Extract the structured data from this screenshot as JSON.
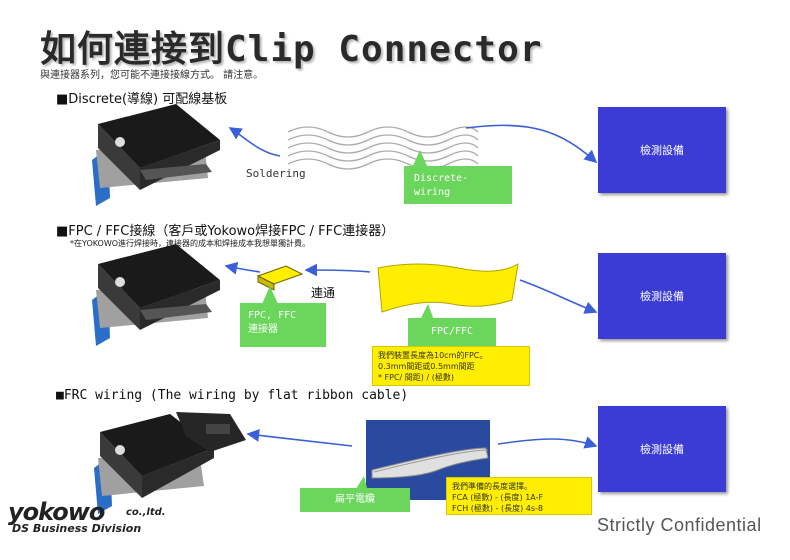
{
  "title": "如何連接到Clip Connector",
  "subtitle": "與連接器系列，您可能不連接接線方式。 請注意。",
  "sections": [
    {
      "heading": "■Discrete(導線) 可配線基板"
    },
    {
      "heading": "■FPC / FFC接線（客戶或Yokowo焊接FPC / FFC連接器）",
      "note": "*在YOKOWO進行焊接時，連接器的成本和焊接成本我想單獨計費。"
    },
    {
      "heading": "■FRC wiring (The wiring by flat ribbon cable)"
    }
  ],
  "equipment_label": "檢測設備",
  "labels": {
    "soldering": "Soldering",
    "discrete_wiring": [
      "Discrete-",
      "wiring"
    ],
    "fpc_connector": [
      "FPC, FFC",
      "連接器"
    ],
    "fpc_ffc": "FPC/FFC",
    "tongtong": "連通",
    "flat_cable": "扁平電纜"
  },
  "notes": {
    "fpc": [
      "我們裝置長度為10cm的FPC。",
      "0.3mm間距或0.5mm間距",
      "* FPC/ 間距) / (極數)"
    ],
    "frc": [
      "我們準備的長度選擇。",
      "FCA (極數) - (長度) 1A-F",
      "FCH (極數) - (長度) 4s-8"
    ]
  },
  "logo": {
    "name": "yokowo",
    "suffix": "co.,ltd.",
    "division": "DS Business Division"
  },
  "confidential": "Strictly   Confidential",
  "colors": {
    "equipment_box": "#3b3bd6",
    "label_green": "#6ad65c",
    "note_yellow": "#ffee00",
    "arrow_blue": "#3a5fd6"
  }
}
